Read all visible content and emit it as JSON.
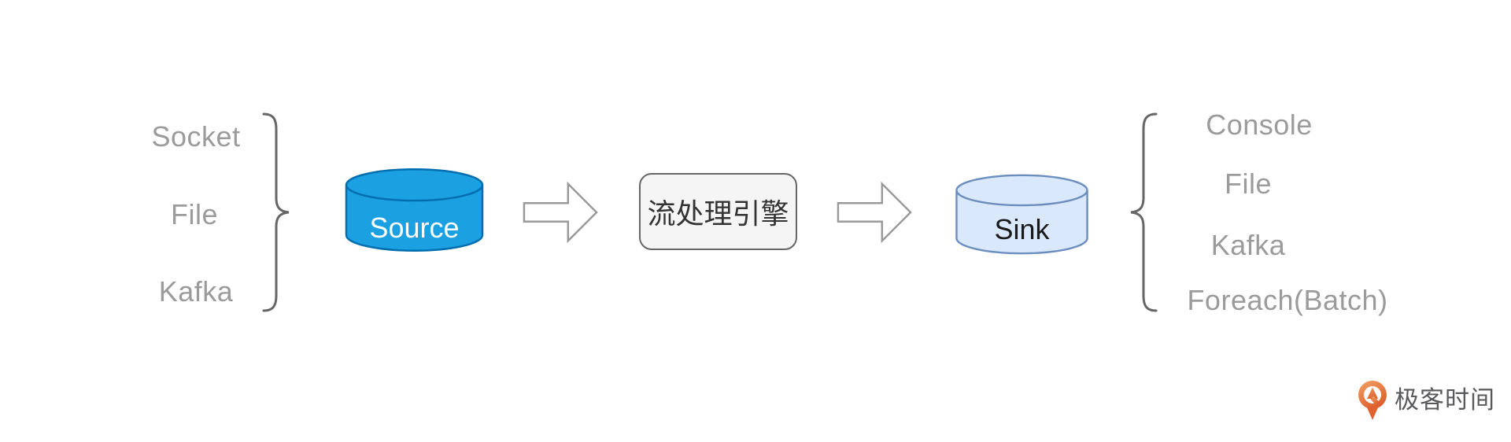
{
  "diagram": {
    "source_inputs": {
      "items": [
        "Socket",
        "File",
        "Kafka"
      ],
      "text_color": "#9B9B9B"
    },
    "source": {
      "label": "Source",
      "fill": "#1BA1E2",
      "stroke": "#006EAF",
      "text_color": "#FFFFFF"
    },
    "engine": {
      "label": "流处理引擎",
      "fill": "#F5F5F5",
      "stroke": "#666666",
      "text_color": "#333333"
    },
    "sink": {
      "label": "Sink",
      "fill": "#DAE8FC",
      "stroke": "#6C8EBF",
      "text_color": "#1A1A1A"
    },
    "sink_outputs": {
      "items": [
        "Console",
        "File",
        "Kafka",
        "Foreach(Batch)"
      ],
      "text_color": "#9B9B9B"
    },
    "arrow": {
      "fill": "#FFFFFF",
      "stroke": "#999999"
    },
    "brace_color": "#666666"
  },
  "branding": {
    "logo_text": "极客时间",
    "logo_text_color": "#58595B",
    "logo_orange_light": "#F2A265",
    "logo_orange_dark": "#DD5F2D"
  }
}
